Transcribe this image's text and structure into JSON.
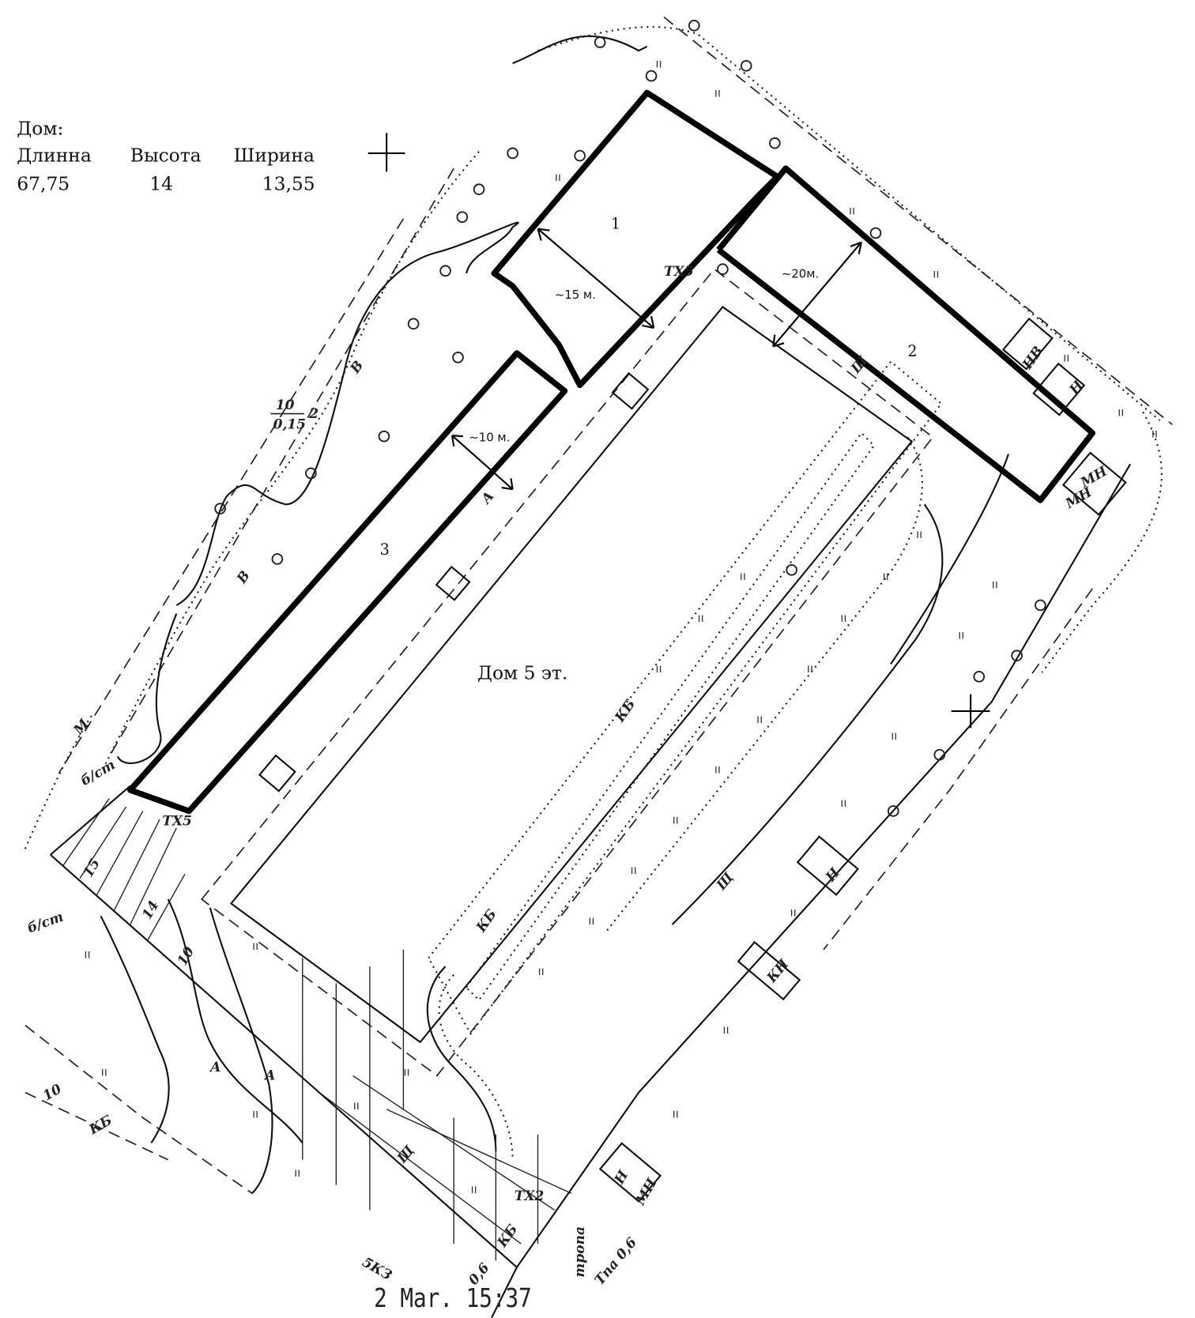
{
  "legend": {
    "title": "Дом:",
    "headers": [
      "Длинна",
      "Высота",
      "Ширина"
    ],
    "values": [
      "67,75",
      "14",
      "13,55"
    ]
  },
  "buildings": [
    {
      "number": "1",
      "distance": "~15 м."
    },
    {
      "number": "2",
      "distance": "~20м."
    },
    {
      "number": "3",
      "distance": "~10 м."
    }
  ],
  "main_house": "Дом 5 эт.",
  "map_labels": {
    "elevation_fraction_top": "10",
    "elevation_fraction_bottom": "0,15",
    "elevation_suffix": "2",
    "line_b_1": "В",
    "line_b_2": "В",
    "m": "М",
    "tx5_top": "ТХ5",
    "tx5_left": "ТХ5",
    "tx2": "ТХ2",
    "kb_1": "КБ",
    "kb_2": "КБ",
    "kb_3": "КБ",
    "kb_4": "КБ",
    "kh": "КН",
    "n_1": "Н",
    "n_2": "Н",
    "n_3": "Н",
    "mn_1": "МН",
    "mn_2": "МН",
    "mn_3": "МН",
    "nb": "НВ",
    "a_1": "А",
    "a_2": "А",
    "a_3": "А",
    "sh_1": "Щ",
    "sh_2": "Щ",
    "sh_3": "Щ",
    "bcm_1": "б/ст",
    "bcm_2": "б/ст",
    "v15": "15",
    "v14": "14",
    "v10": "10",
    "tropa": "тропа",
    "tpa": "Тпа 0,6",
    "code_5k3": "5КЗ",
    "v06": "0,6",
    "v10_left": "10"
  },
  "timestamp": "2 Mar. 15:37"
}
